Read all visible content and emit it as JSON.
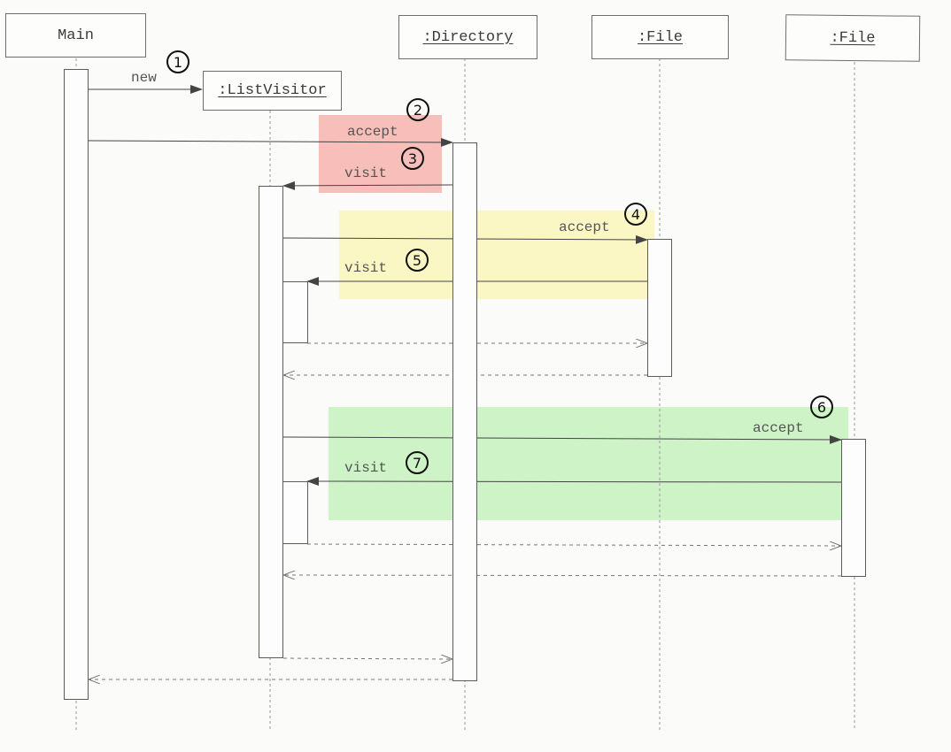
{
  "objects": {
    "main": "Main",
    "listvisitor": ":ListVisitor",
    "directory": ":Directory",
    "file1": ":File",
    "file2": ":File"
  },
  "messages": {
    "m1": "new",
    "m2": "accept",
    "m3": "visit",
    "m4": "accept",
    "m5": "visit",
    "m6": "accept",
    "m7": "visit"
  },
  "step_numbers": {
    "s1": "1",
    "s2": "2",
    "s3": "3",
    "s4": "4",
    "s5": "5",
    "s6": "6",
    "s7": "7"
  },
  "colors": {
    "highlight_red": "#f6b3ae",
    "highlight_yellow": "#fbf6bf",
    "highlight_green": "#c9f2c0"
  }
}
